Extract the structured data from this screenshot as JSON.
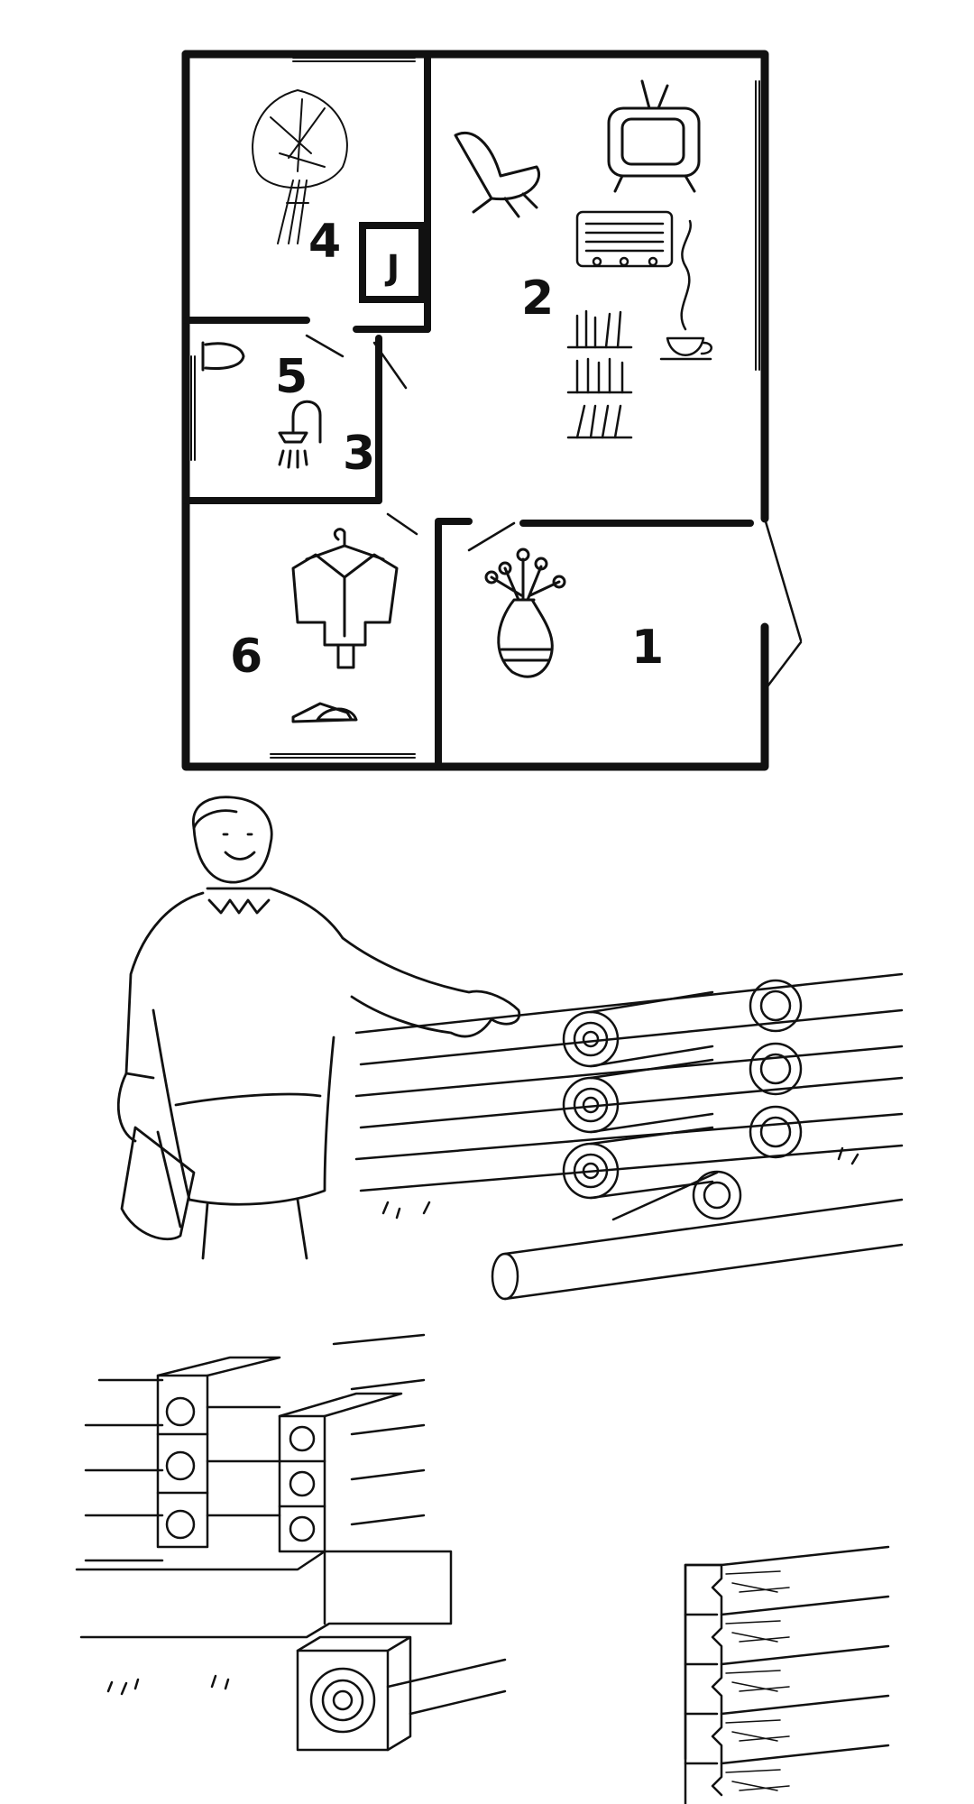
{
  "floor_plan": {
    "rooms": [
      {
        "number": "1",
        "icons": [
          "flower-vase-icon"
        ]
      },
      {
        "number": "2",
        "icons": [
          "armchair-icon",
          "tv-icon",
          "radio-icon",
          "bookshelf-icon",
          "teacup-icon"
        ]
      },
      {
        "number": "3",
        "icons": [
          "shower-icon"
        ]
      },
      {
        "number": "4",
        "icons": [
          "birch-broom-icon"
        ]
      },
      {
        "number": "5",
        "icons": [
          "toilet-icon"
        ]
      },
      {
        "number": "6",
        "icons": [
          "coat-hanger-icon",
          "slippers-icon"
        ]
      }
    ],
    "stove_symbol": "J"
  },
  "illustrations": [
    {
      "subject": "man-with-axe"
    },
    {
      "subject": "round-log-corner-joint"
    },
    {
      "subject": "square-beam-corner-joint"
    },
    {
      "subject": "beam-wall-cross-section"
    }
  ],
  "colors": {
    "ink": "#111111",
    "paper": "#ffffff"
  }
}
